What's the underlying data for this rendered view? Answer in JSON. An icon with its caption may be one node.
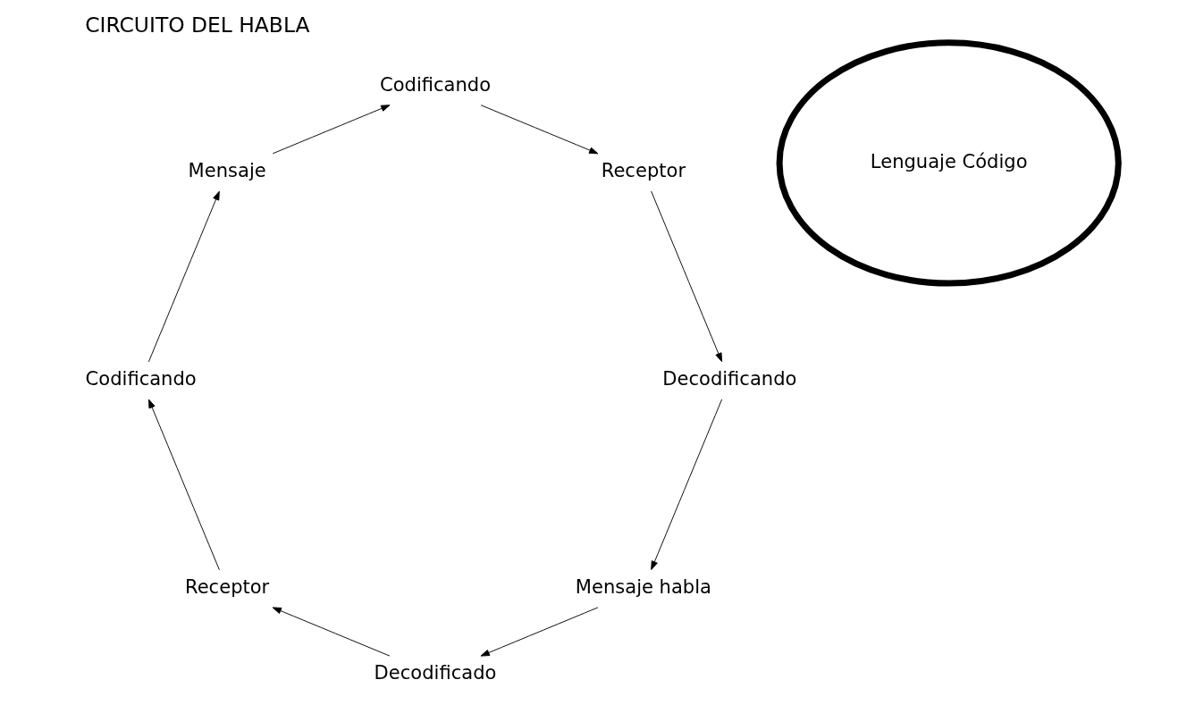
{
  "diagram": {
    "title": "CIRCUITO DEL HABLA",
    "nodes": [
      {
        "text": [
          "Mensaje habla"
        ]
      },
      {
        "text": [
          "Decodificando"
        ]
      },
      {
        "text": [
          "Decodificado"
        ]
      },
      {
        "text": [
          "Receptor"
        ]
      },
      {
        "text": [
          "Receptor"
        ]
      },
      {
        "text": [
          "Lenguaje Código"
        ]
      },
      {
        "text": [
          "Codificando"
        ]
      },
      {
        "text": [
          "Codificando"
        ]
      },
      {
        "text": [
          "Mensaje"
        ]
      }
    ],
    "edges": [
      {
        "from": 1,
        "to": 0,
        "arrow": "to"
      },
      {
        "from": 0,
        "to": 2,
        "arrow": "to"
      },
      {
        "from": 2,
        "to": 4,
        "arrow": "to"
      },
      {
        "from": 4,
        "to": 7,
        "arrow": "to"
      },
      {
        "from": 7,
        "to": 8,
        "arrow": "to"
      },
      {
        "from": 8,
        "to": 6,
        "arrow": "to"
      },
      {
        "from": 6,
        "to": 3,
        "arrow": "to"
      },
      {
        "from": 3,
        "to": 1,
        "arrow": "to"
      }
    ]
  }
}
